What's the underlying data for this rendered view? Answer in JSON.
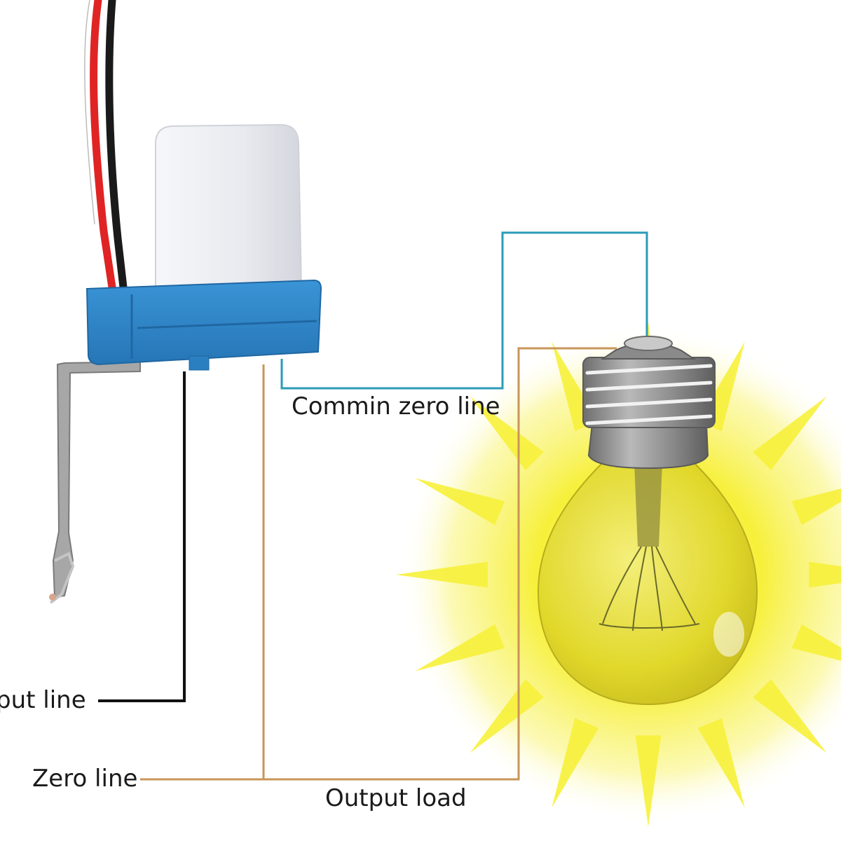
{
  "labels": {
    "input_line": "put line",
    "zero_line": "Zero line",
    "common_zero_line": "Commin zero line",
    "output_load": "Output load"
  },
  "colors": {
    "input_wire": "#111111",
    "zero_wire": "#c8955a",
    "common_wire": "#2b9bb8",
    "sensor_base": "#2f86c8",
    "sensor_dome": "#eceef2",
    "bulb_glow": "#f4ee2a",
    "bulb_glass": "#e3dc36",
    "bulb_socket": "#8d8d8d"
  },
  "icons": {
    "sensor": "photocell-light-sensor-icon",
    "bulb": "light-bulb-icon"
  }
}
